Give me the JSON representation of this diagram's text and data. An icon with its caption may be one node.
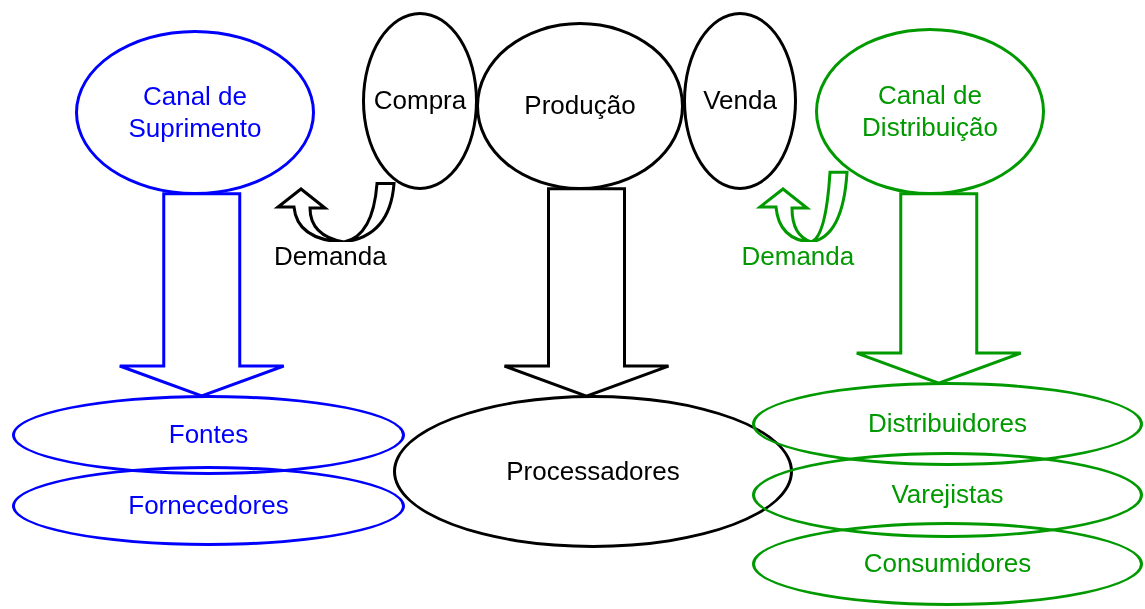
{
  "diagram": {
    "nodes": [
      {
        "text": [
          "Canal de Suprimento"
        ]
      },
      {
        "text": [
          "Compra"
        ]
      },
      {
        "text": [
          "Produção"
        ]
      },
      {
        "text": [
          "Venda"
        ]
      },
      {
        "text": [
          "Canal de Distribuição"
        ]
      },
      {
        "text": [
          "Fontes"
        ]
      },
      {
        "text": [
          "Fornecedores"
        ]
      },
      {
        "text": [
          "Processadores"
        ]
      },
      {
        "text": [
          "Distribuidores"
        ]
      },
      {
        "text": [
          "Varejistas"
        ]
      },
      {
        "text": [
          "Consumidores"
        ]
      }
    ],
    "edges": [
      {
        "from": 0,
        "to": 5,
        "arrow": "to",
        "color": "#0000ff"
      },
      {
        "from": 1,
        "to": 0,
        "arrow": "to",
        "label": "Demanda"
      },
      {
        "from": 2,
        "to": 7,
        "arrow": "to"
      },
      {
        "from": 4,
        "to": 3,
        "arrow": "to",
        "label": "Demanda",
        "color": "#009900"
      },
      {
        "from": 4,
        "to": 8,
        "arrow": "to",
        "color": "#009900"
      }
    ]
  }
}
